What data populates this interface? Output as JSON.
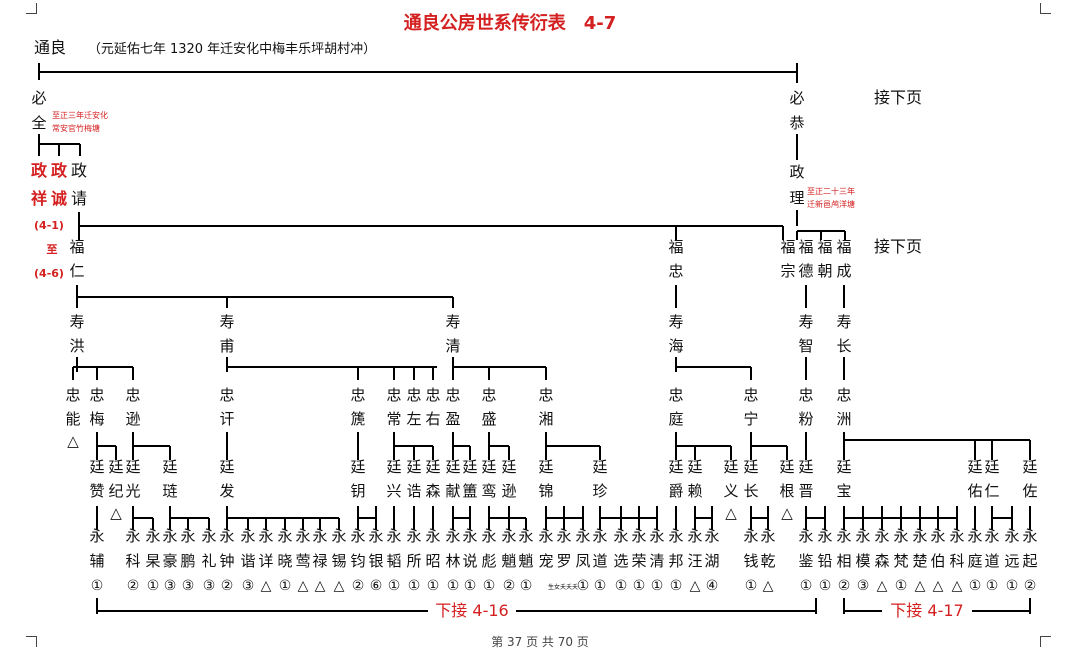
{
  "title": "通良公房世系传衍表　4-7",
  "root": {
    "name": "通良",
    "note": "（元延佑七年 1320 年迁安化中梅丰乐坪胡村冲）"
  },
  "continue_next_label": "接下页",
  "generations": {
    "g2": [
      "必全",
      "必恭"
    ],
    "g3": [
      "政政",
      "政",
      "政理"
    ],
    "g3_row2": [
      "祥诚",
      "请"
    ],
    "g4": [
      "福仁",
      "福忠",
      "福宗",
      "福德",
      "福朝",
      "福成"
    ],
    "g5": [
      "寿洪",
      "寿甫",
      "寿清",
      "寿海",
      "寿智",
      "寿长"
    ],
    "g6": [
      "忠能",
      "忠梅",
      "忠逊",
      "忠讦",
      "忠篪",
      "忠常",
      "忠左",
      "忠诰",
      "忠右",
      "忠盈",
      "忠盛",
      "忠湘",
      "忠庭",
      "忠宁",
      "忠粉",
      "忠洲"
    ],
    "g7": [
      "廷赞",
      "廷纪",
      "廷光",
      "廷琏",
      "廷发",
      "廷钥",
      "廷兴",
      "廷诰",
      "廷森",
      "廷献",
      "廷簠",
      "廷鸾",
      "廷逊",
      "廷锦",
      "廷珍",
      "廷爵",
      "廷赖",
      "廷义",
      "廷长",
      "廷根",
      "廷晋",
      "廷宝",
      "廷佑",
      "廷仁",
      "廷佐"
    ],
    "g8": [
      "永辅",
      "永科",
      "永杲",
      "永豪",
      "永鹏",
      "永礼",
      "永钟",
      "永谐",
      "永详",
      "永晓",
      "永莺",
      "永禄",
      "永锡",
      "永钧",
      "永银",
      "永韬",
      "永所",
      "永昭",
      "永林",
      "永说",
      "永彪",
      "永魈",
      "永魈",
      "永宠",
      "永罗",
      "永凤",
      "永道",
      "永选",
      "永荣",
      "永清",
      "永邦",
      "永汪",
      "永湖",
      "永钱",
      "永乾",
      "永鉴",
      "永铅",
      "永相",
      "永模",
      "永森",
      "永梵",
      "永楚",
      "永伯",
      "永科",
      "永庭",
      "永道",
      "永远",
      "永起"
    ]
  },
  "notes": {
    "bijuan": "至正三年迁安化常安官竹梅塘",
    "zhengli": "至正二十三年迁新邑鸬洋塘",
    "range_start": "(4-1)",
    "range_mid": "至",
    "range_end": "(4-6)",
    "small_count": "生女夭夭夭"
  },
  "footer_left": "下接 4-16",
  "footer_right": "下接 4-17",
  "page_footer": "第 37 页 共 70 页",
  "colors": {
    "accent": "#d42020",
    "line": "#000000",
    "ink": "#111111"
  }
}
